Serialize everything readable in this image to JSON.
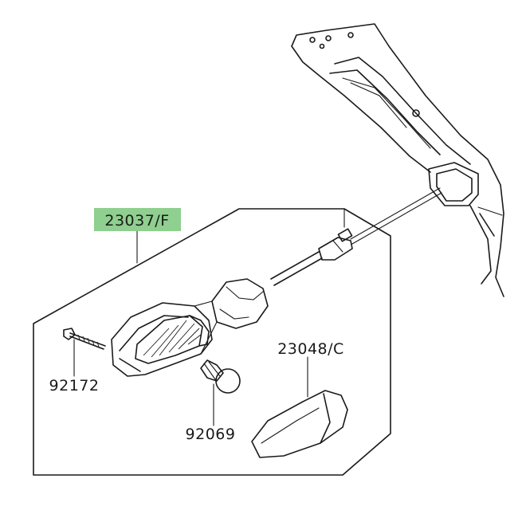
{
  "parts": {
    "signal_assembly": {
      "number": "23037/F",
      "highlight_color": "#8fcf8f"
    },
    "screw": {
      "number": "92172"
    },
    "bulb": {
      "number": "92069"
    },
    "lens": {
      "number": "23048/C"
    }
  },
  "colors": {
    "line": "#1a1a1a",
    "background": "#ffffff"
  }
}
